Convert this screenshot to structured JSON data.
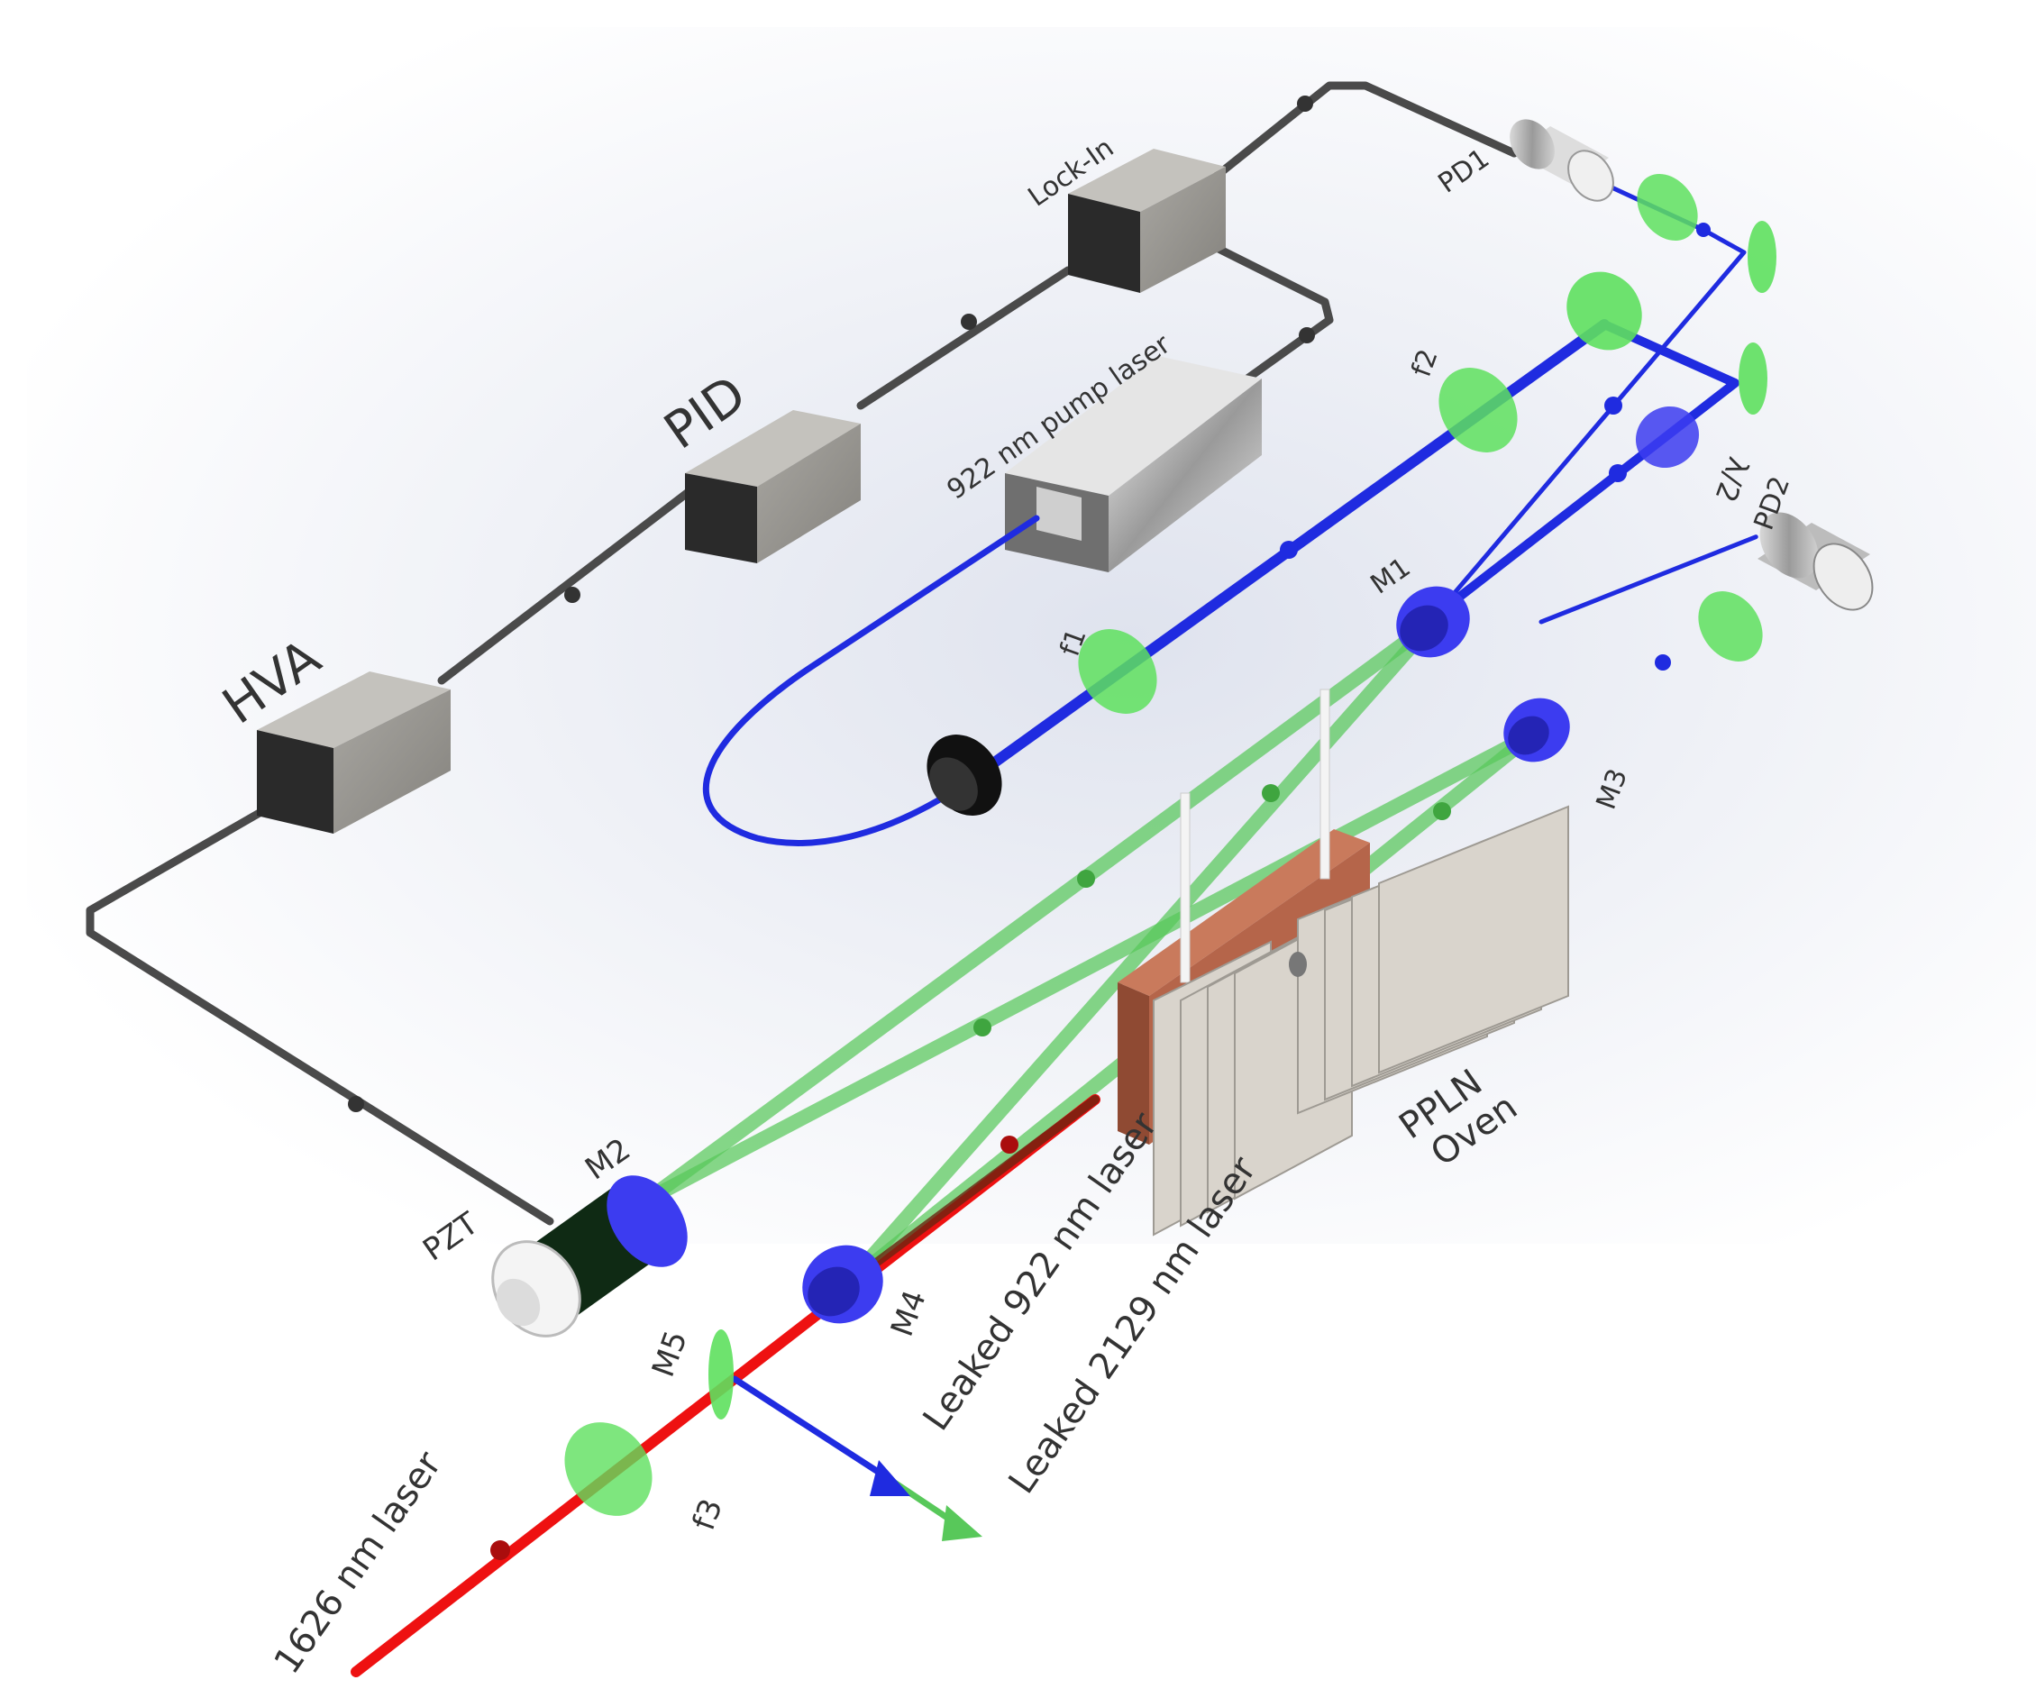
{
  "labels": {
    "lock_in": "Lock-In",
    "pid": "PID",
    "hva": "HVA",
    "pump_laser": "922 nm pump laser",
    "pd1": "PD1",
    "pd2": "PD2",
    "f1": "f1",
    "f2": "f2",
    "f3": "f3",
    "half_wave": "λ/2",
    "m1": "M1",
    "m2": "M2",
    "m3": "M3",
    "m4": "M4",
    "m5": "M5",
    "pzt": "PZT",
    "pplm_line1": "PPLN",
    "pplm_line2": "Oven",
    "leaked_922": "Leaked 922 nm laser",
    "leaked_2129": "Leaked 2129 nm laser",
    "laser_1626": "1626 nm laser"
  },
  "colors": {
    "pump_beam": "#1f2be0",
    "cavity_beam": "#58c85a",
    "output_beam": "#ee1111",
    "cable": "#4a4a4a",
    "box_front": "#2a2a2a",
    "box_side": "#9b9892",
    "optic_green": "#5ee05e",
    "optic_blue": "#3c3cf0",
    "oven_copper": "#b5654a",
    "heatsink": "#d9d4cc"
  }
}
